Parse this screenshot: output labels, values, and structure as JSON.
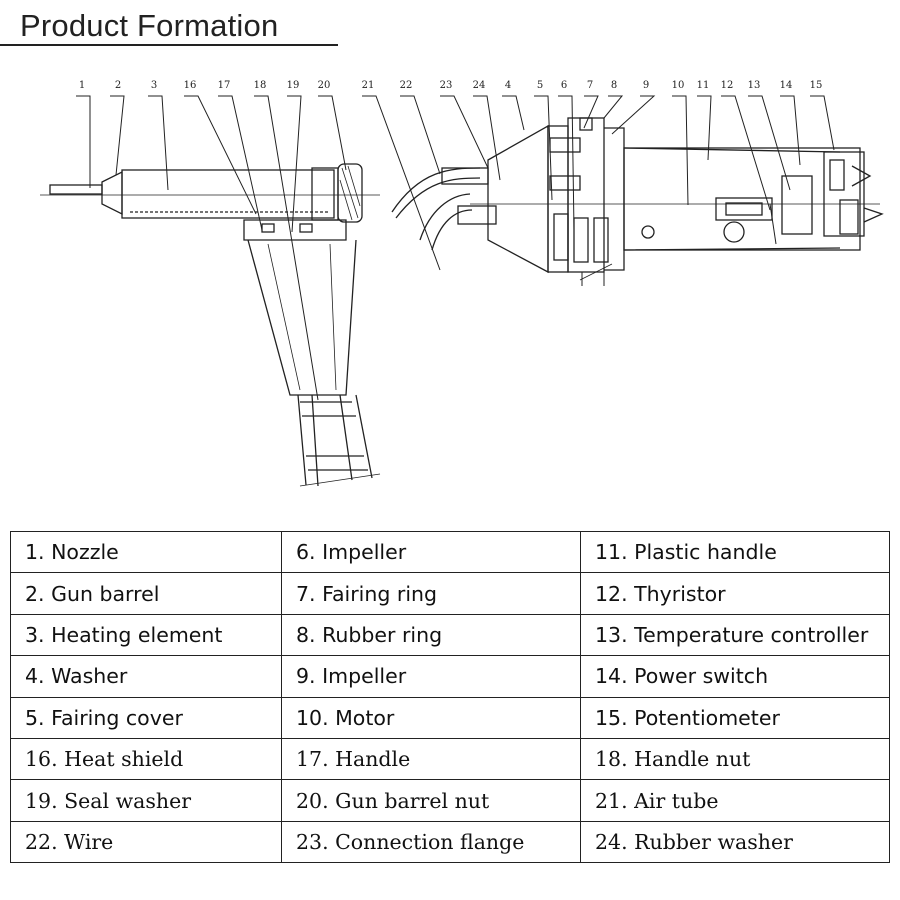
{
  "title": "Product Formation",
  "callouts": [
    "1",
    "2",
    "3",
    "16",
    "17",
    "18",
    "19",
    "20",
    "21",
    "22",
    "23",
    "24",
    "4",
    "5",
    "6",
    "7",
    "8",
    "9",
    "10",
    "11",
    "12",
    "13",
    "14",
    "15"
  ],
  "parts_table": {
    "rows": [
      [
        "1. Nozzle",
        "6. Impeller",
        "11. Plastic handle"
      ],
      [
        "2. Gun barrel",
        "7. Fairing ring",
        "12. Thyristor"
      ],
      [
        "3. Heating element",
        "8. Rubber ring",
        "13. Temperature controller"
      ],
      [
        "4. Washer",
        "9. Impeller",
        "14. Power switch"
      ],
      [
        "5. Fairing cover",
        "10. Motor",
        "15. Potentiometer"
      ],
      [
        "16. Heat shield",
        "17. Handle",
        "18. Handle nut"
      ],
      [
        "19. Seal washer",
        "20. Gun barrel nut",
        "21. Air tube"
      ],
      [
        "22. Wire",
        "23. Connection flange",
        "24. Rubber washer"
      ]
    ]
  }
}
